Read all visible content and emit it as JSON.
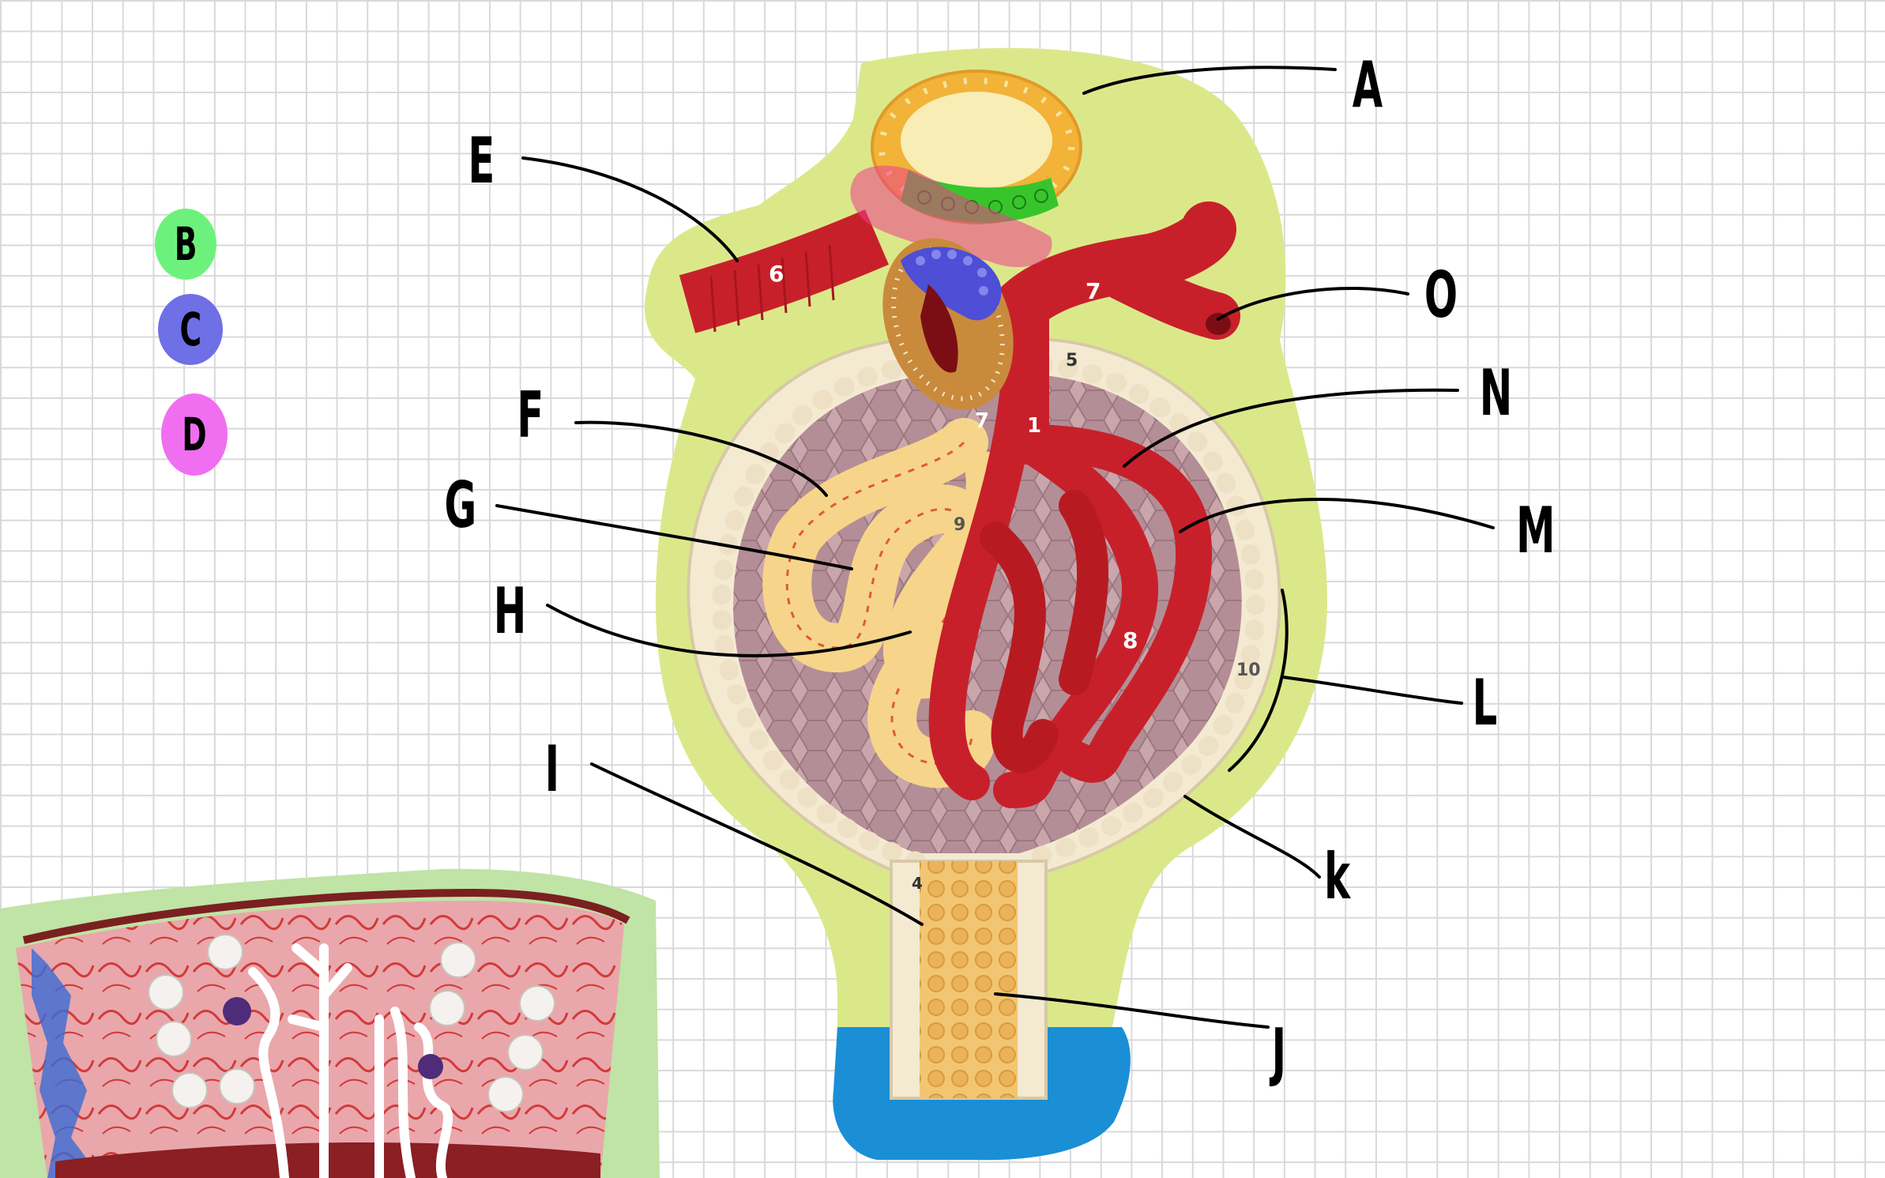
{
  "key": {
    "items": [
      {
        "letter": "B",
        "color": "#6cf27c"
      },
      {
        "letter": "C",
        "color": "#6f6fe6"
      },
      {
        "letter": "D",
        "color": "#f06ff0"
      }
    ]
  },
  "labels": {
    "A": "A",
    "E": "E",
    "O": "O",
    "N": "N",
    "F": "F",
    "G": "G",
    "H": "H",
    "M": "M",
    "L": "L",
    "I": "I",
    "K": "k",
    "J": "J"
  },
  "model_numbers": {
    "n6": "6",
    "n7a": "7",
    "n7b": "7",
    "n5": "5",
    "n1": "1",
    "n9": "9",
    "n8": "8",
    "n10": "10",
    "n4": "4"
  },
  "colors": {
    "highlight_yellow_green": "#dbe88a",
    "artery_red": "#c8202a",
    "tubule_yellow": "#f6d58a",
    "capsule_cream": "#f4ead2",
    "capsule_lining_mauve": "#b9949b",
    "macula_green": "#38c52c",
    "juxta_blue": "#4e4ed6",
    "highlight_pink": "#ec3c8c",
    "base_blue": "#1a8fd6",
    "inset_green": "#bfe4a6",
    "inset_tissue_pink": "#e8a3a8"
  }
}
